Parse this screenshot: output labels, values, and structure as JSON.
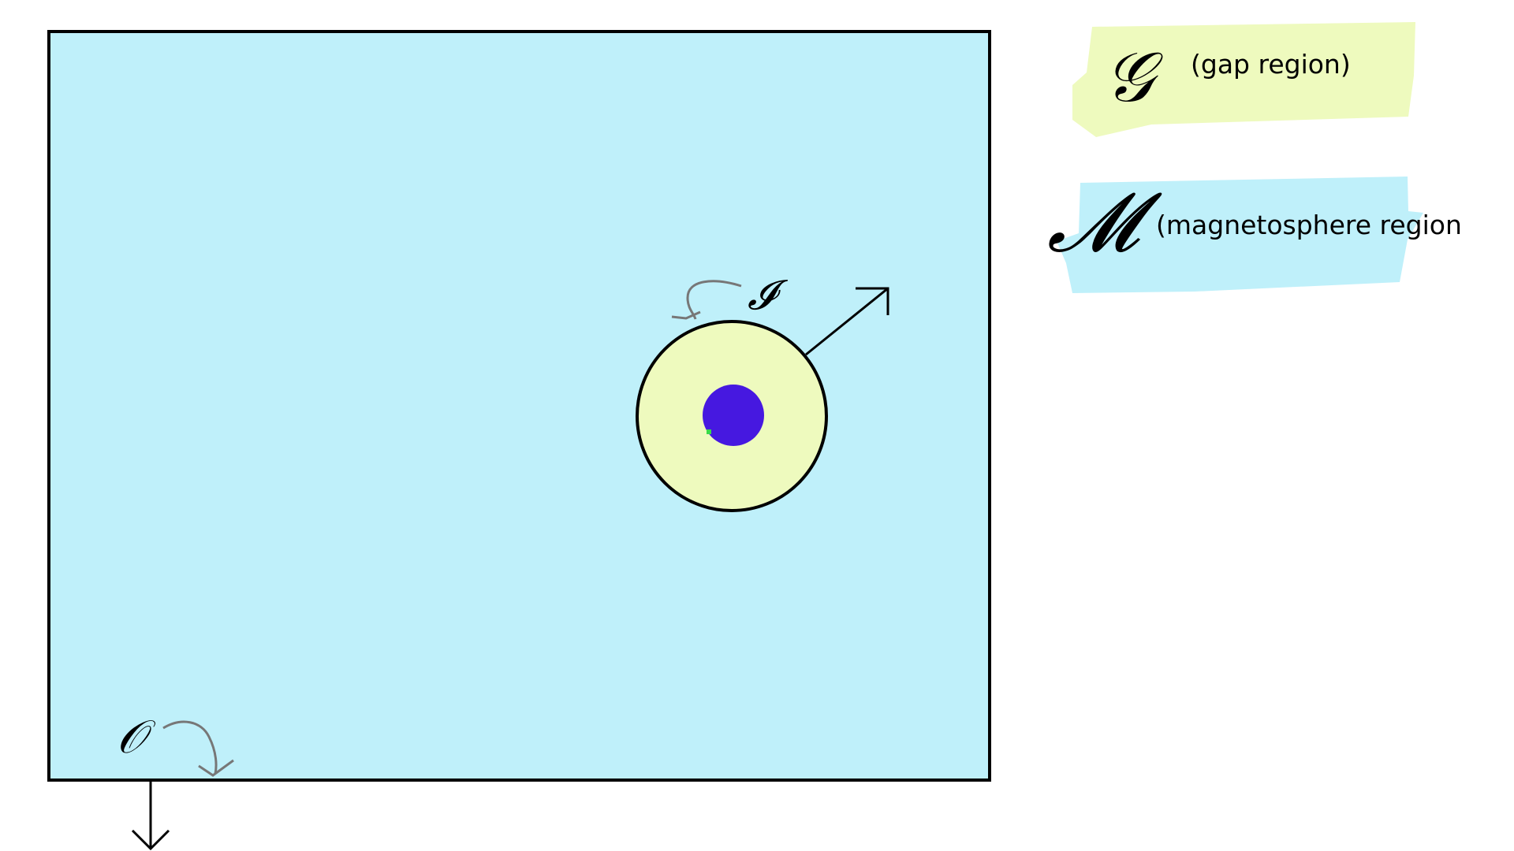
{
  "colors": {
    "magnetosphere_fill": "#bff0fa",
    "gap_fill": "#eefabe",
    "core_fill": "#4618e0",
    "core_dot": "#39d94a",
    "outline": "#000000",
    "annotation_arrow": "#777777",
    "background": "#ffffff"
  },
  "labels": {
    "inner_boundary_symbol": "𝓘",
    "outer_boundary_symbol": "𝒪"
  },
  "legend": {
    "gap": {
      "symbol": "𝒢",
      "text": "(gap region)"
    },
    "magnetosphere": {
      "symbol": "𝓜",
      "text": "(magnetosphere region"
    }
  },
  "icons": {
    "normal_arrow_outer": "arrow-down-icon",
    "normal_arrow_inner": "arrow-up-right-icon",
    "pointer_inner": "curved-arrow-icon",
    "pointer_outer": "curved-arrow-icon"
  }
}
